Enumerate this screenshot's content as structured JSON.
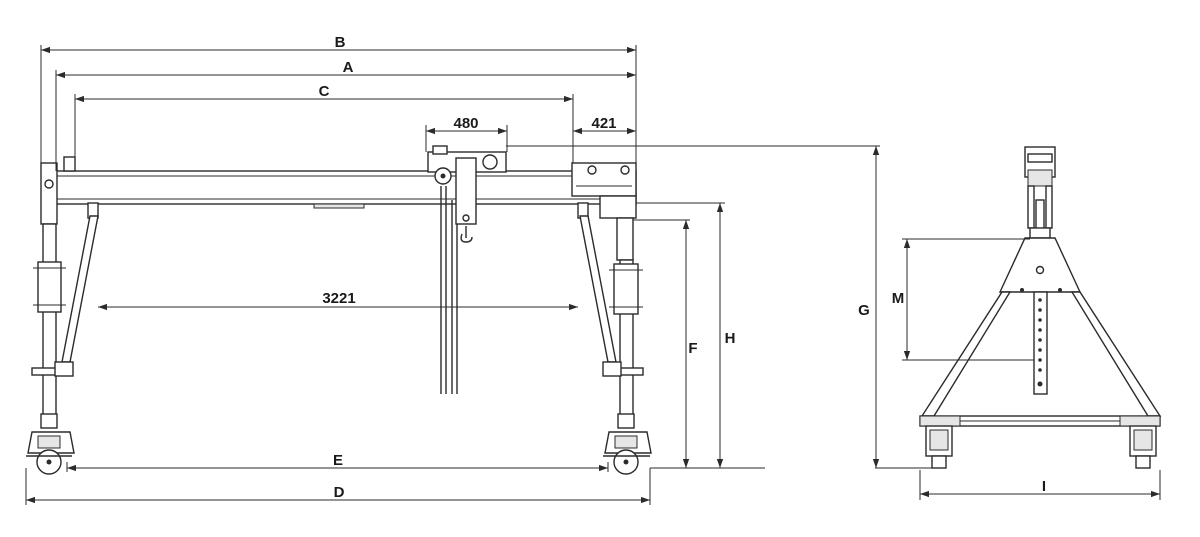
{
  "front_view": {
    "dims": {
      "b": "B",
      "a": "A",
      "c": "C",
      "trolley": "480",
      "end": "421",
      "span": "3221",
      "e": "E",
      "d": "D",
      "f": "F",
      "h": "H"
    }
  },
  "side_view": {
    "dims": {
      "g": "G",
      "m": "M",
      "i": "I"
    }
  }
}
